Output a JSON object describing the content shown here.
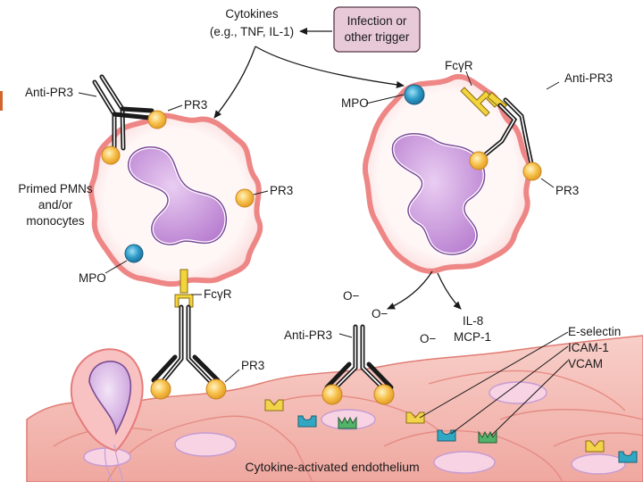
{
  "colors": {
    "accent": "#d2662a",
    "cell_membrane": "#f08a8a",
    "cell_interior": "#fdf1f1",
    "nucleus": "#b77ccf",
    "pr3_antigen": "#f6b73c",
    "mpo": "#2a8fbf",
    "fc_receptor": "#f2d43c",
    "trigger_box": "#e7c9d7",
    "endothelium": "#f3b7b0"
  },
  "labels": {
    "cytokines_line1": "Cytokines",
    "cytokines_line2": "(e.g., TNF, IL-1)",
    "trigger_line1": "Infection or",
    "trigger_line2": "other trigger",
    "anti_pr3_left": "Anti-PR3",
    "pr3_left_top": "PR3",
    "pr3_left_right": "PR3",
    "primed_line1": "Primed PMNs",
    "primed_line2": "and/or",
    "primed_line3": "monocytes",
    "mpo_left": "MPO",
    "fcgr_left": "FcγR",
    "pr3_bottom": "PR3",
    "fcgr_right": "FcγR",
    "anti_pr3_right": "Anti-PR3",
    "mpo_right": "MPO",
    "pr3_right": "PR3",
    "o_minus_1": "O−",
    "o_minus_2": "O−",
    "o_minus_3": "O−",
    "il8": "IL-8",
    "mcp1": "MCP-1",
    "anti_pr3_center": "Anti-PR3",
    "e_selectin": "E-selectin",
    "icam1": "ICAM-1",
    "vcam": "VCAM",
    "endothelium_caption": "Cytokine-activated endothelium"
  }
}
